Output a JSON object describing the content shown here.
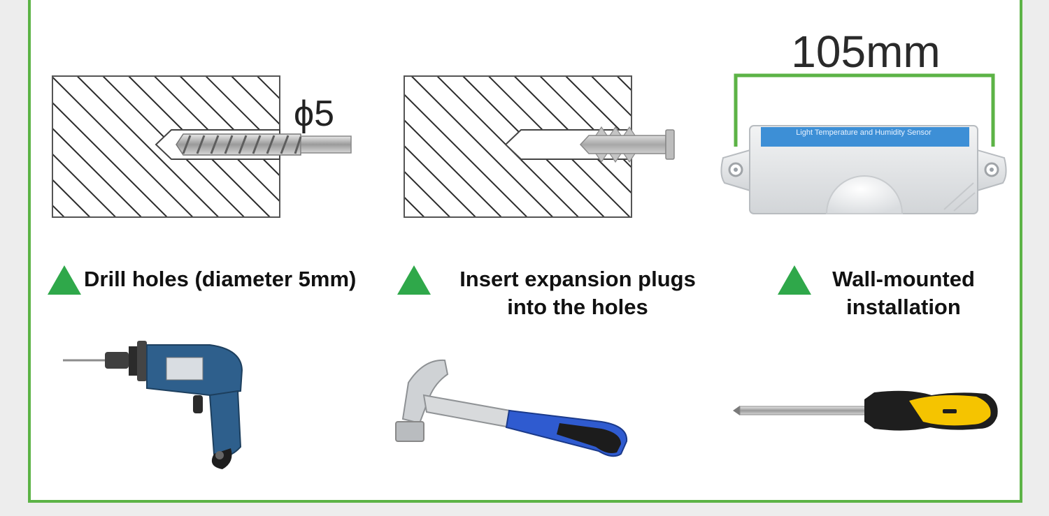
{
  "dimension": {
    "width_label": "105mm",
    "diameter_label": "ϕ5"
  },
  "device": {
    "panel_label": "Light Temperature and Humidity Sensor"
  },
  "steps": [
    {
      "label": "Drill holes (diameter 5mm)"
    },
    {
      "label": "Insert expansion plugs\ninto the holes"
    },
    {
      "label": "Wall-mounted\ninstallation"
    }
  ],
  "colors": {
    "frame_border": "#5cb346",
    "step_marker": "#2fa84a",
    "dimension_bracket": "#5cb346",
    "sensor_label_band": "#3d8fd6",
    "drill_body": "#2e5f8c",
    "hammer_grip": "#2f5bd0",
    "screwdriver_handle": "#f5c400"
  },
  "icons": [
    "hatched-wall-icon",
    "drill-bit-icon",
    "expansion-plug-icon",
    "sensor-enclosure-icon",
    "power-drill-icon",
    "claw-hammer-icon",
    "screwdriver-icon",
    "triangle-marker-icon"
  ]
}
